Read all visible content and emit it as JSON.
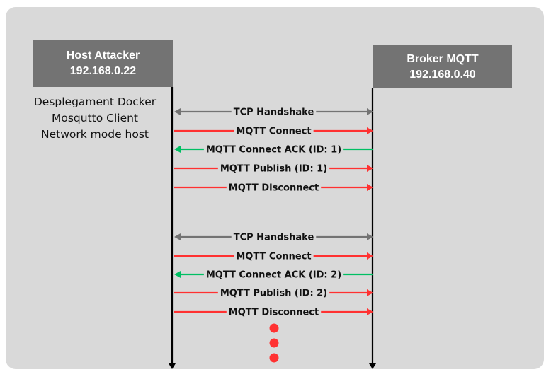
{
  "actors": {
    "attacker": {
      "name": "Host Attacker",
      "ip": "192.168.0.22"
    },
    "broker": {
      "name": "Broker MQTT",
      "ip": "192.168.0.40"
    }
  },
  "attacker_note": [
    "Desplegament Docker",
    "Mosqutto Client",
    "Network mode host"
  ],
  "colors": {
    "background_panel": "#d9d9d9",
    "actor_box": "#737373",
    "handshake": "#737373",
    "client_to_broker": "#ff3131",
    "ack": "#00bf63",
    "continuation_dots": "#ff3131",
    "lifeline": "#000000"
  },
  "messages": [
    {
      "label": "TCP Handshake",
      "kind": "handshake",
      "direction": "both"
    },
    {
      "label": "MQTT Connect",
      "kind": "request",
      "direction": "to-broker"
    },
    {
      "label": "MQTT Connect ACK (ID: 1)",
      "kind": "ack",
      "direction": "to-attacker"
    },
    {
      "label": "MQTT Publish (ID: 1)",
      "kind": "request",
      "direction": "to-broker"
    },
    {
      "label": "MQTT Disconnect",
      "kind": "request",
      "direction": "to-broker"
    },
    {
      "label": "TCP Handshake",
      "kind": "handshake",
      "direction": "both"
    },
    {
      "label": "MQTT Connect",
      "kind": "request",
      "direction": "to-broker"
    },
    {
      "label": "MQTT Connect ACK (ID: 2)",
      "kind": "ack",
      "direction": "to-attacker"
    },
    {
      "label": "MQTT Publish (ID: 2)",
      "kind": "request",
      "direction": "to-broker"
    },
    {
      "label": "MQTT Disconnect",
      "kind": "request",
      "direction": "to-broker"
    }
  ],
  "continuation_dot_count": 3
}
